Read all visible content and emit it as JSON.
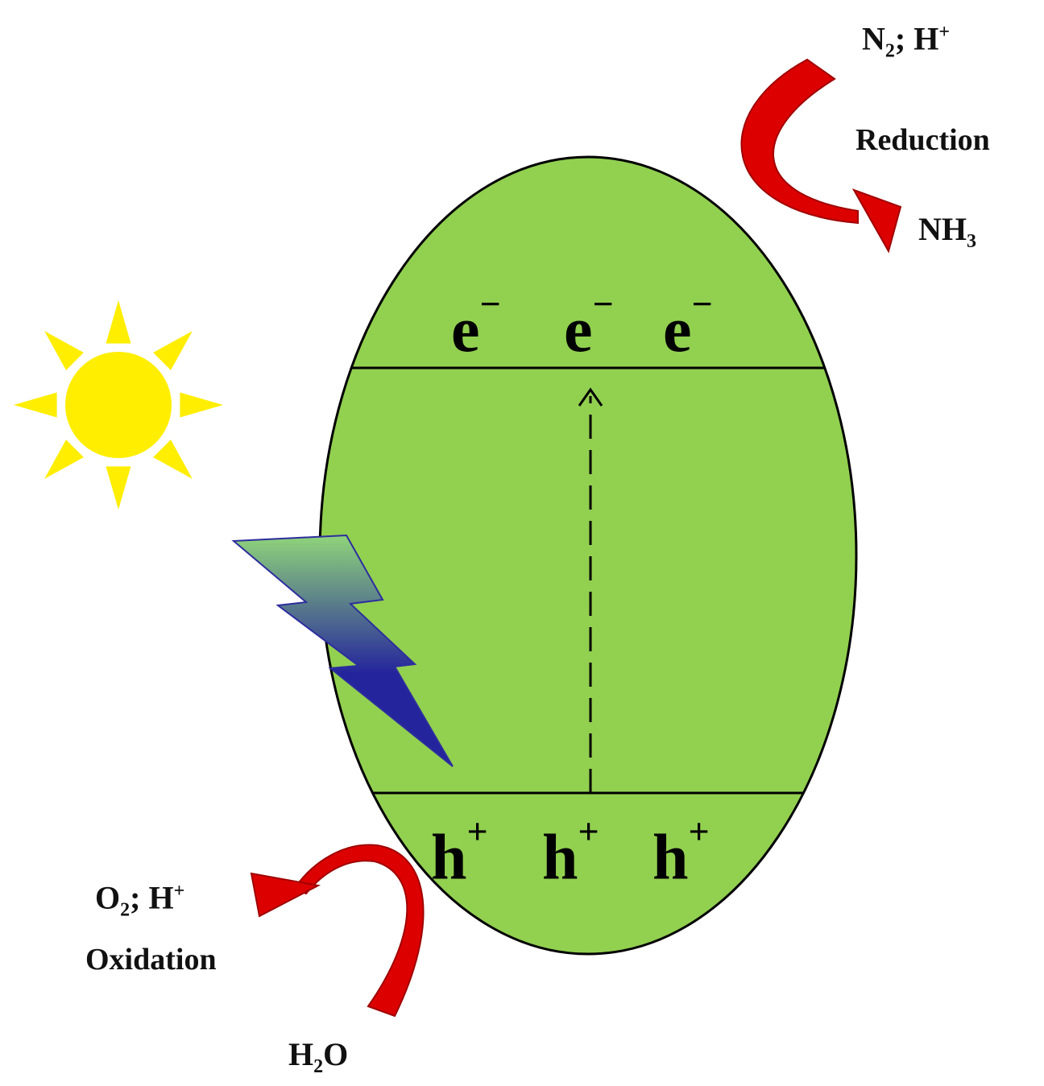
{
  "colors": {
    "particle": "#92d050",
    "outline": "#000000",
    "arrow": "#dd0000",
    "sun": "#ffee00",
    "bolt_top": "#8fd47a",
    "bolt_bottom": "#24249c"
  },
  "icons": {
    "sun": "sun-icon",
    "lightning": "lightning-bolt-icon"
  },
  "conduction_band": {
    "carrier_symbol": "e",
    "carrier_charge": "−",
    "count": 3
  },
  "valence_band": {
    "carrier_symbol": "h",
    "carrier_charge": "+",
    "count": 3
  },
  "reduction": {
    "reactant_main": "N",
    "reactant_sub": "2",
    "reactant_rest": "; H",
    "reactant_sup": "+",
    "label": "Reduction",
    "product_main": "NH",
    "product_sub": "3"
  },
  "oxidation": {
    "product_main": "O",
    "product_sub": "2",
    "product_rest": "; H",
    "product_sup": "+",
    "label": "Oxidation",
    "reactant_main": "H",
    "reactant_sub": "2",
    "reactant_rest": "O"
  }
}
